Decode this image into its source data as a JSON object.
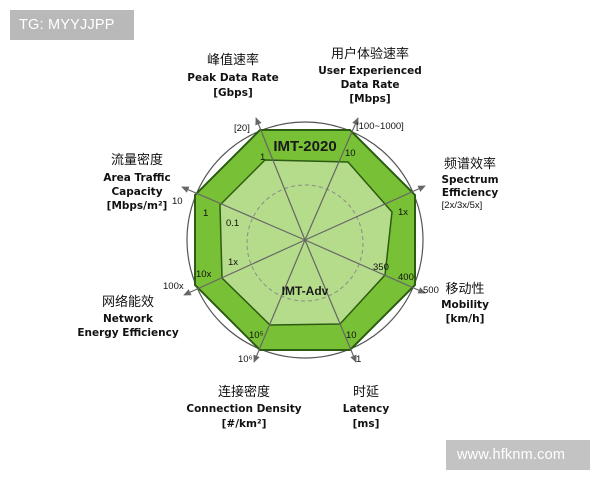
{
  "watermarks": {
    "top_left": "TG: MYYJJPP",
    "bottom_right": "www.hfknm.com"
  },
  "diagram": {
    "outer_label": "IMT-2020",
    "inner_label": "IMT-Adv",
    "colors": {
      "outer_fill": "#78c035",
      "inner_fill": "#b5dc8a",
      "edge": "#2c5c12",
      "axis": "#666666",
      "circle": "#555555",
      "dashed": "#8a8a8a"
    },
    "axes": [
      {
        "cn": "峰值速率",
        "en": [
          "Peak Data Rate",
          "[Gbps]"
        ],
        "ticks": [
          "[20]",
          "1"
        ]
      },
      {
        "cn": "用户体验速率",
        "en": [
          "User Experienced",
          "Data Rate",
          "[Mbps]"
        ],
        "ticks": [
          "[100~1000]",
          "10"
        ]
      },
      {
        "cn": "频谱效率",
        "en": [
          "Spectrum",
          "Efficiency",
          "[2x/3x/5x]"
        ],
        "ticks": [
          "1x"
        ]
      },
      {
        "cn": "移动性",
        "en": [
          "Mobility",
          "[km/h]"
        ],
        "ticks": [
          "500",
          "400",
          "350"
        ]
      },
      {
        "cn": "时延",
        "en": [
          "Latency",
          "[ms]"
        ],
        "ticks": [
          "1",
          "10"
        ]
      },
      {
        "cn": "连接密度",
        "en": [
          "Connection Density",
          "[#/km²]"
        ],
        "ticks": [
          "10⁶",
          "10⁵"
        ]
      },
      {
        "cn": "网络能效",
        "en": [
          "Network",
          "Energy Efficiency"
        ],
        "ticks": [
          "100x",
          "10x",
          "1x"
        ]
      },
      {
        "cn": "流量密度",
        "en": [
          "Area Traffic",
          "Capacity",
          "[Mbps/m²]"
        ],
        "ticks": [
          "10",
          "1",
          "0.1"
        ]
      }
    ]
  }
}
